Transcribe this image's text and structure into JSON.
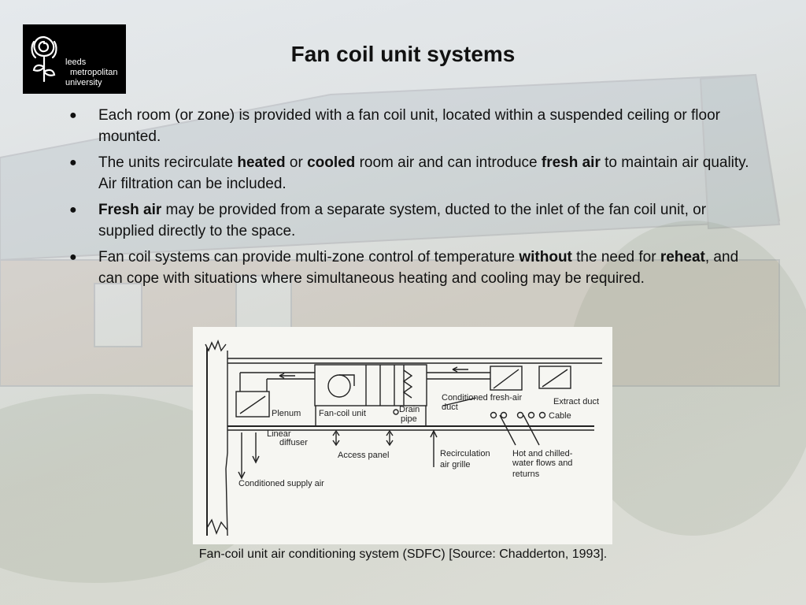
{
  "slide": {
    "title": "Fan coil unit systems",
    "logo": {
      "line1": "leeds",
      "line2": "metropolitan",
      "line3": "university"
    },
    "bullets": [
      {
        "parts": [
          {
            "t": "Each room (or zone) is provided with a fan coil unit, located within a suspended ceiling or floor mounted.",
            "b": false
          }
        ]
      },
      {
        "parts": [
          {
            "t": "The units recirculate ",
            "b": false
          },
          {
            "t": "heated",
            "b": true
          },
          {
            "t": " or ",
            "b": false
          },
          {
            "t": "cooled",
            "b": true
          },
          {
            "t": " room air and can introduce ",
            "b": false
          },
          {
            "t": "fresh air",
            "b": true
          },
          {
            "t": " to maintain air quality. Air filtration can be included.",
            "b": false
          }
        ]
      },
      {
        "parts": [
          {
            "t": "Fresh air",
            "b": true
          },
          {
            "t": " may be provided from a separate system, ducted to the inlet of the fan coil unit, or supplied directly to the space.",
            "b": false
          }
        ]
      },
      {
        "parts": [
          {
            "t": "Fan coil systems can provide multi-zone control of temperature ",
            "b": false
          },
          {
            "t": "without",
            "b": true
          },
          {
            "t": " the need for ",
            "b": false
          },
          {
            "t": "reheat",
            "b": true
          },
          {
            "t": ", and can cope with situations where simultaneous heating and cooling may be required.",
            "b": false
          }
        ]
      }
    ],
    "bullet_symbol": "●",
    "figure": {
      "labels": {
        "plenum": "Plenum",
        "fan_coil_unit": "Fan-coil unit",
        "drain": "Drain",
        "pipe": "pipe",
        "conditioned_fresh_air": "Conditioned fresh-air",
        "duct": "duct",
        "extract_duct": "Extract duct",
        "cable": "Cable",
        "linear": "Linear",
        "diffuser": "diffuser",
        "access_panel": "Access panel",
        "recirculation": "Recirculation",
        "air_grille": "air grille",
        "hot_chilled": "Hot and chilled-",
        "water_flows": "water flows and",
        "returns": "returns",
        "conditioned_supply_air": "Conditioned supply air"
      }
    },
    "caption": "Fan-coil unit air conditioning system (SDFC) [Source: Chadderton, 1993]."
  }
}
